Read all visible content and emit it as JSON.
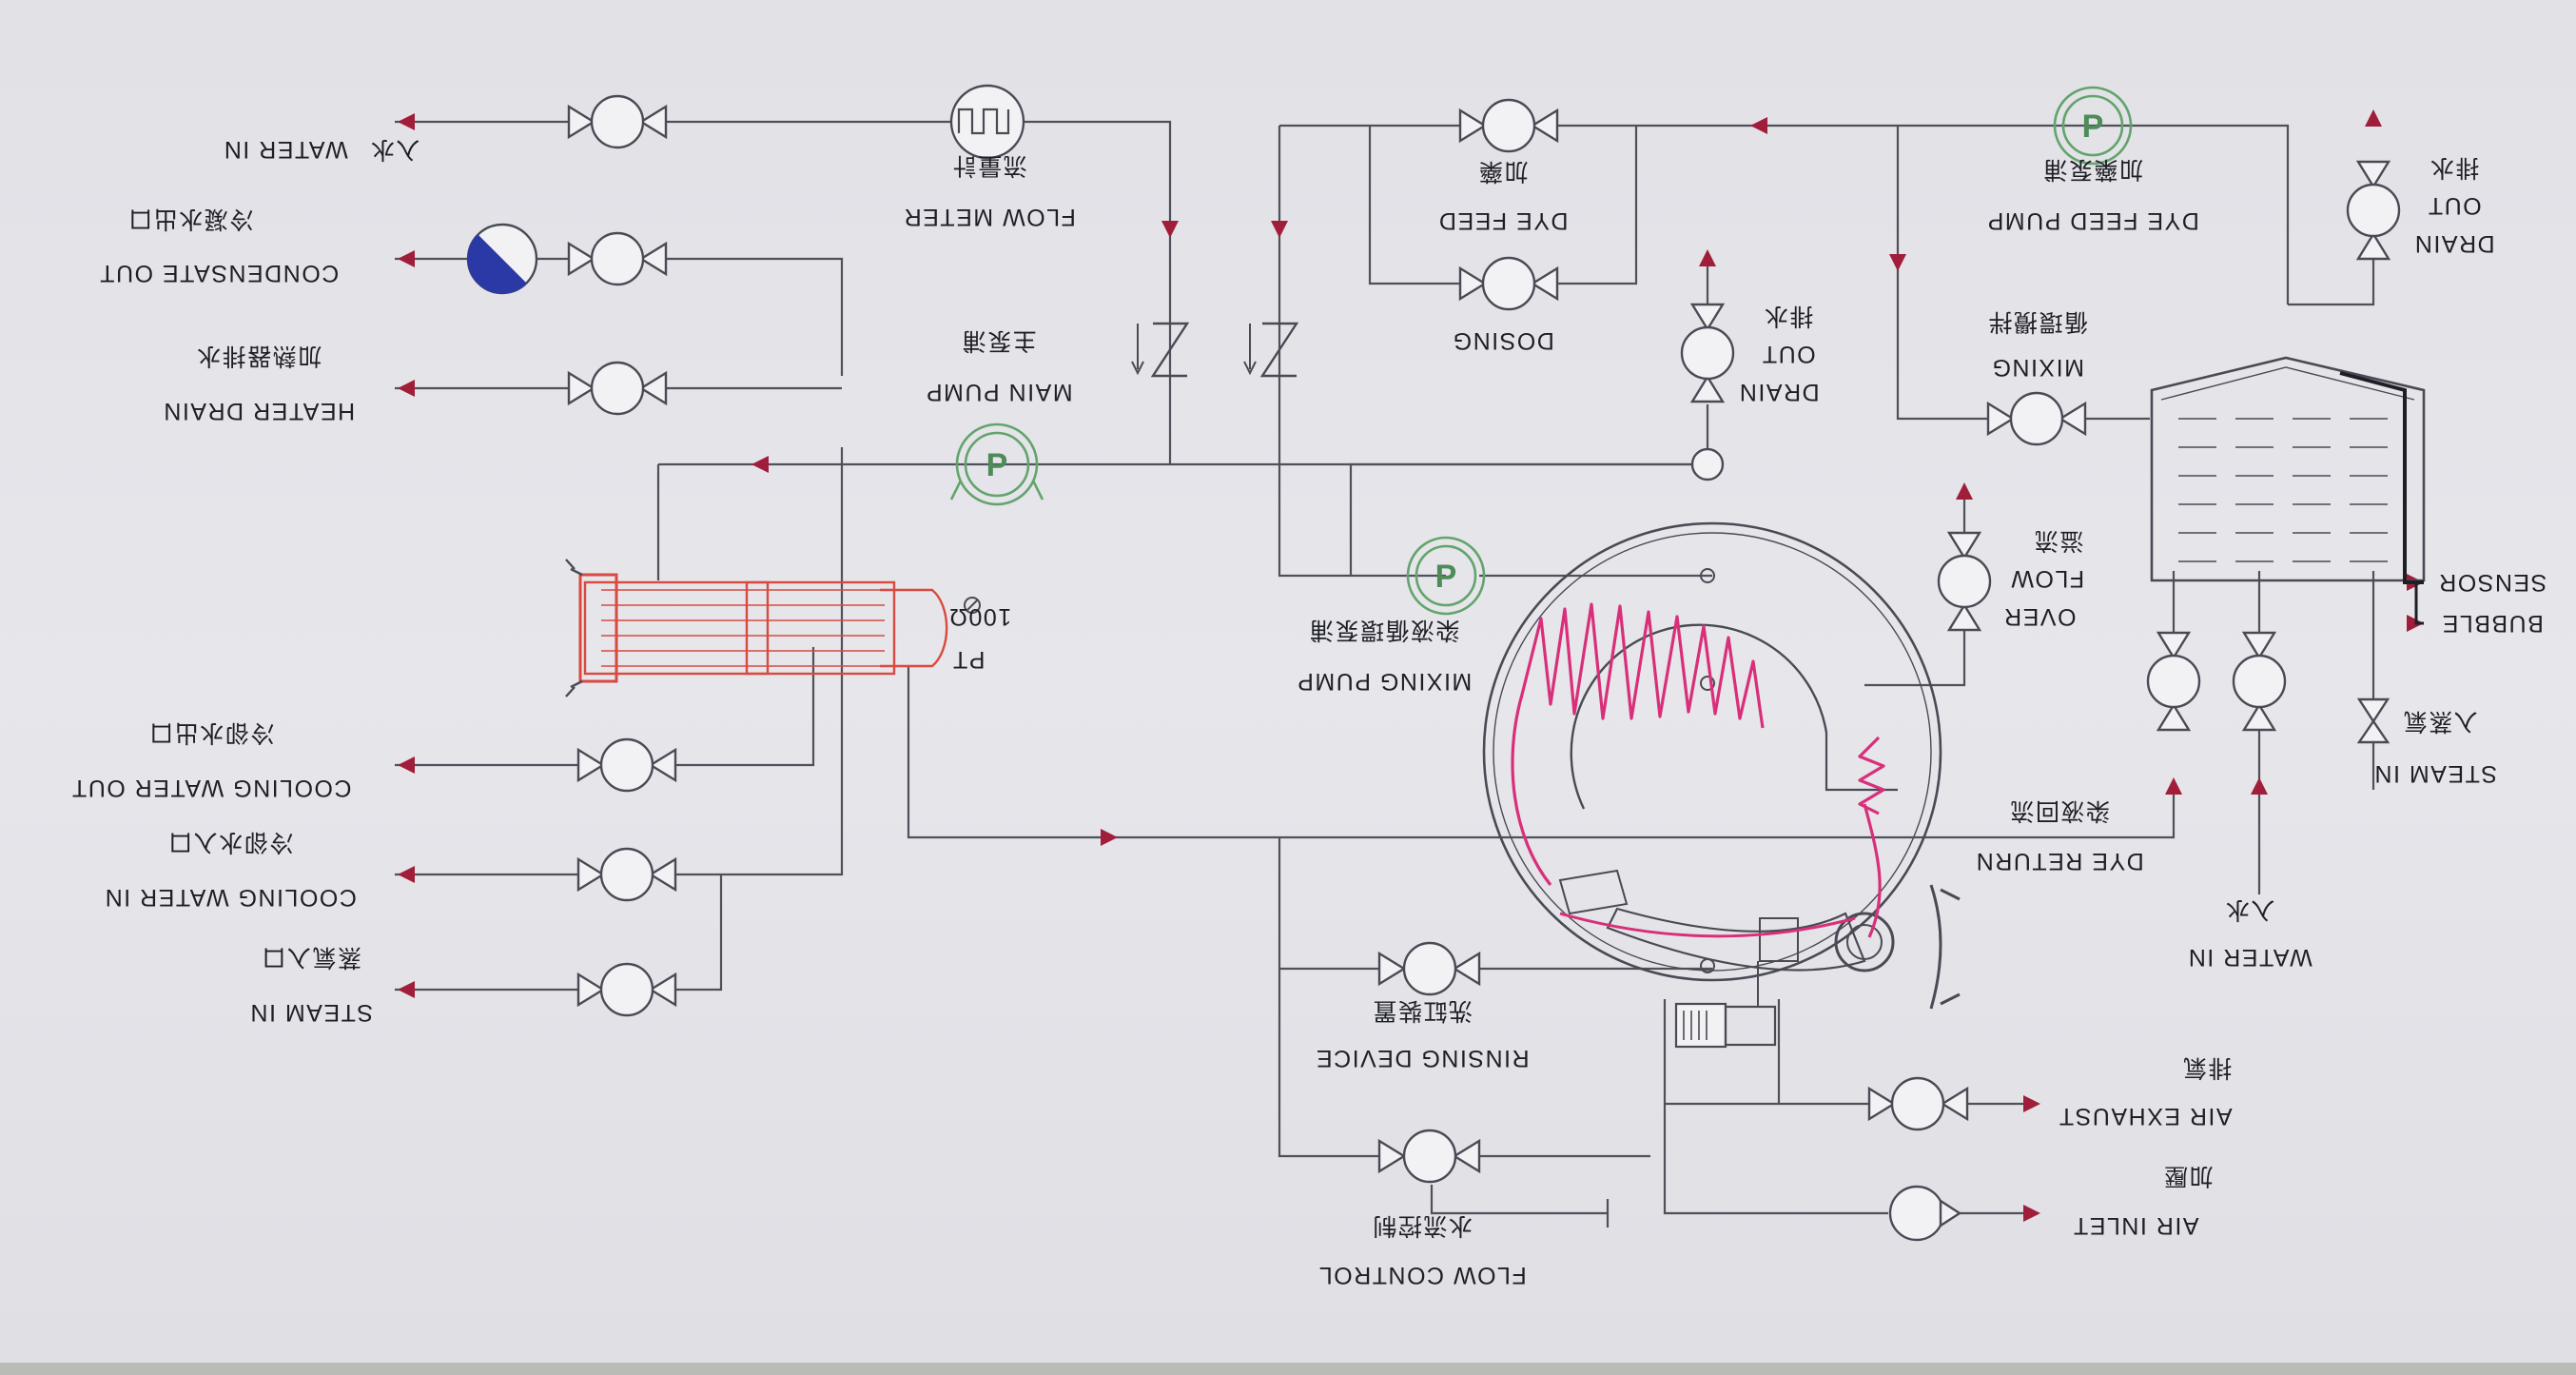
{
  "diagram": {
    "colors": {
      "screen_bg": "#e3e3e8",
      "pipe": "#50505a",
      "arrow": "#a01e3a",
      "pump": "#62a46c",
      "heater_coil": "#d92f7a",
      "heat_exchanger": "#d9493f",
      "condensate_trap": "#2a39a6"
    },
    "labels": {
      "water_in_en": "WATER IN",
      "water_in_cn": "入水",
      "condensate_out_en": "CONDENSATE OUT",
      "condensate_out_cn": "冷凝水出口",
      "heater_drain_en": "HEATER DRAIN",
      "heater_drain_cn": "加熱器排水",
      "cooling_water_out_en": "COOLING WATER OUT",
      "cooling_water_out_cn": "冷卻水出口",
      "cooling_water_in_en": "COOLING WATER IN",
      "cooling_water_in_cn": "冷卻水入口",
      "steam_in_en": "STEAM IN",
      "steam_in_cn": "蒸氣入口",
      "flow_meter_en": "FLOW METER",
      "flow_meter_cn": "流量計",
      "main_pump_en": "MAIN PUMP",
      "main_pump_cn": "主泵浦",
      "pt100_a": "PT",
      "pt100_b": "100Ω",
      "dye_feed_en": "DYE FEED",
      "dye_feed_cn": "加藥",
      "dosing_en": "DOSING",
      "drain_out_mid_a": "DRAIN",
      "drain_out_mid_b": "OUT",
      "drain_out_mid_cn": "排水",
      "mixing_pump_en": "MIXING PUMP",
      "mixing_pump_cn": "染液循環泵浦",
      "dye_feed_pump_en": "DYE FEED PUMP",
      "dye_feed_pump_cn": "加藥泵浦",
      "mixing_a": "MIXING",
      "mixing_cn": "循環攪拌",
      "drain_out_right_a": "DRAIN",
      "drain_out_right_b": "OUT",
      "drain_out_right_cn": "排水",
      "over_flow_a": "OVER",
      "over_flow_b": "FLOW",
      "over_flow_cn": "溢流",
      "sensor_en": "SENSOR",
      "bubble_en": "BUBBLE",
      "steam_in_right_en": "STEAM IN",
      "steam_in_right_cn": "入蒸氣",
      "dye_return_en": "DYE RETURN",
      "dye_return_cn": "染液回流",
      "water_in_right_en": "WATER IN",
      "water_in_right_cn": "入水",
      "rinsing_device_en": "RINSING DEVICE",
      "rinsing_device_cn": "洗缸裝置",
      "air_exhaust_en": "AIR EXHAUST",
      "air_exhaust_cn": "排氣",
      "flow_control_en": "FLOW CONTROL",
      "flow_control_cn": "水流控制",
      "air_inlet_en": "AIR INLET",
      "air_inlet_cn": "加壓",
      "pump_symbol": "P"
    }
  }
}
